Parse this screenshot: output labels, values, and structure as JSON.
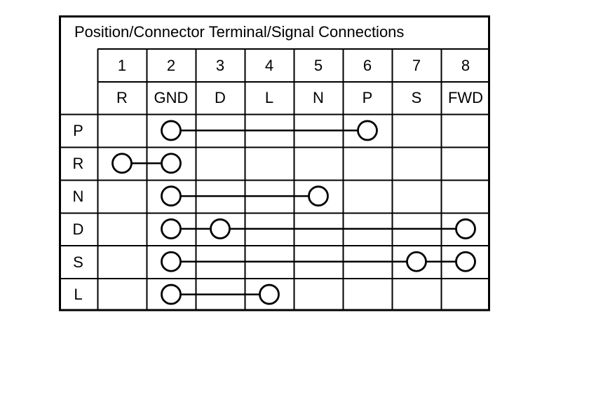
{
  "title": "Position/Connector Terminal/Signal Connections",
  "colors": {
    "line": "#000000",
    "background": "#ffffff",
    "text": "#000000"
  },
  "table": {
    "terminal_numbers": [
      "1",
      "2",
      "3",
      "4",
      "5",
      "6",
      "7",
      "8"
    ],
    "signal_labels": [
      "R",
      "GND",
      "D",
      "L",
      "N",
      "P",
      "S",
      "FWD"
    ],
    "rows": [
      {
        "position": "P",
        "connected_terminals": [
          2,
          6
        ]
      },
      {
        "position": "R",
        "connected_terminals": [
          1,
          2
        ]
      },
      {
        "position": "N",
        "connected_terminals": [
          2,
          5
        ]
      },
      {
        "position": "D",
        "connected_terminals": [
          2,
          3,
          8
        ]
      },
      {
        "position": "S",
        "connected_terminals": [
          2,
          7,
          8
        ]
      },
      {
        "position": "L",
        "connected_terminals": [
          2,
          4
        ]
      }
    ]
  }
}
